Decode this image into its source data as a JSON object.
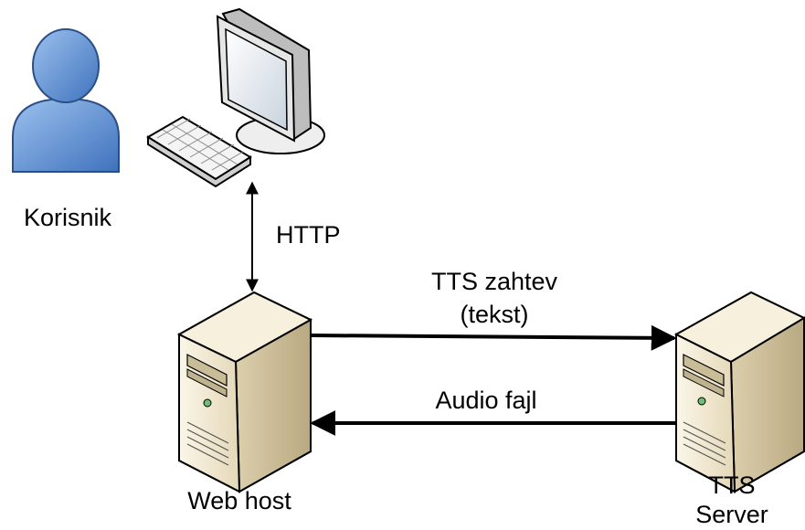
{
  "nodes": {
    "user": {
      "label": "Korisnik",
      "icon": "user-icon"
    },
    "computer": {
      "icon": "computer-icon"
    },
    "web_host": {
      "label": "Web host",
      "icon": "server-icon"
    },
    "tts_server": {
      "label_line1": "TTS",
      "label_line2": "Server",
      "icon": "server-icon"
    }
  },
  "edges": {
    "http": {
      "label": "HTTP",
      "direction": "bidirectional"
    },
    "tts_request": {
      "label_line1": "TTS zahtev",
      "label_line2": "(tekst)",
      "direction": "web_host-to-tts_server"
    },
    "audio_file": {
      "label": "Audio fajl",
      "direction": "tts_server-to-web_host"
    }
  },
  "colors": {
    "user_fill": "#5b8fd4",
    "server_fill": "#efe6cf",
    "server_side": "#d2c4a0",
    "monitor_frame": "#d9d9d9",
    "arrow": "#000000"
  }
}
